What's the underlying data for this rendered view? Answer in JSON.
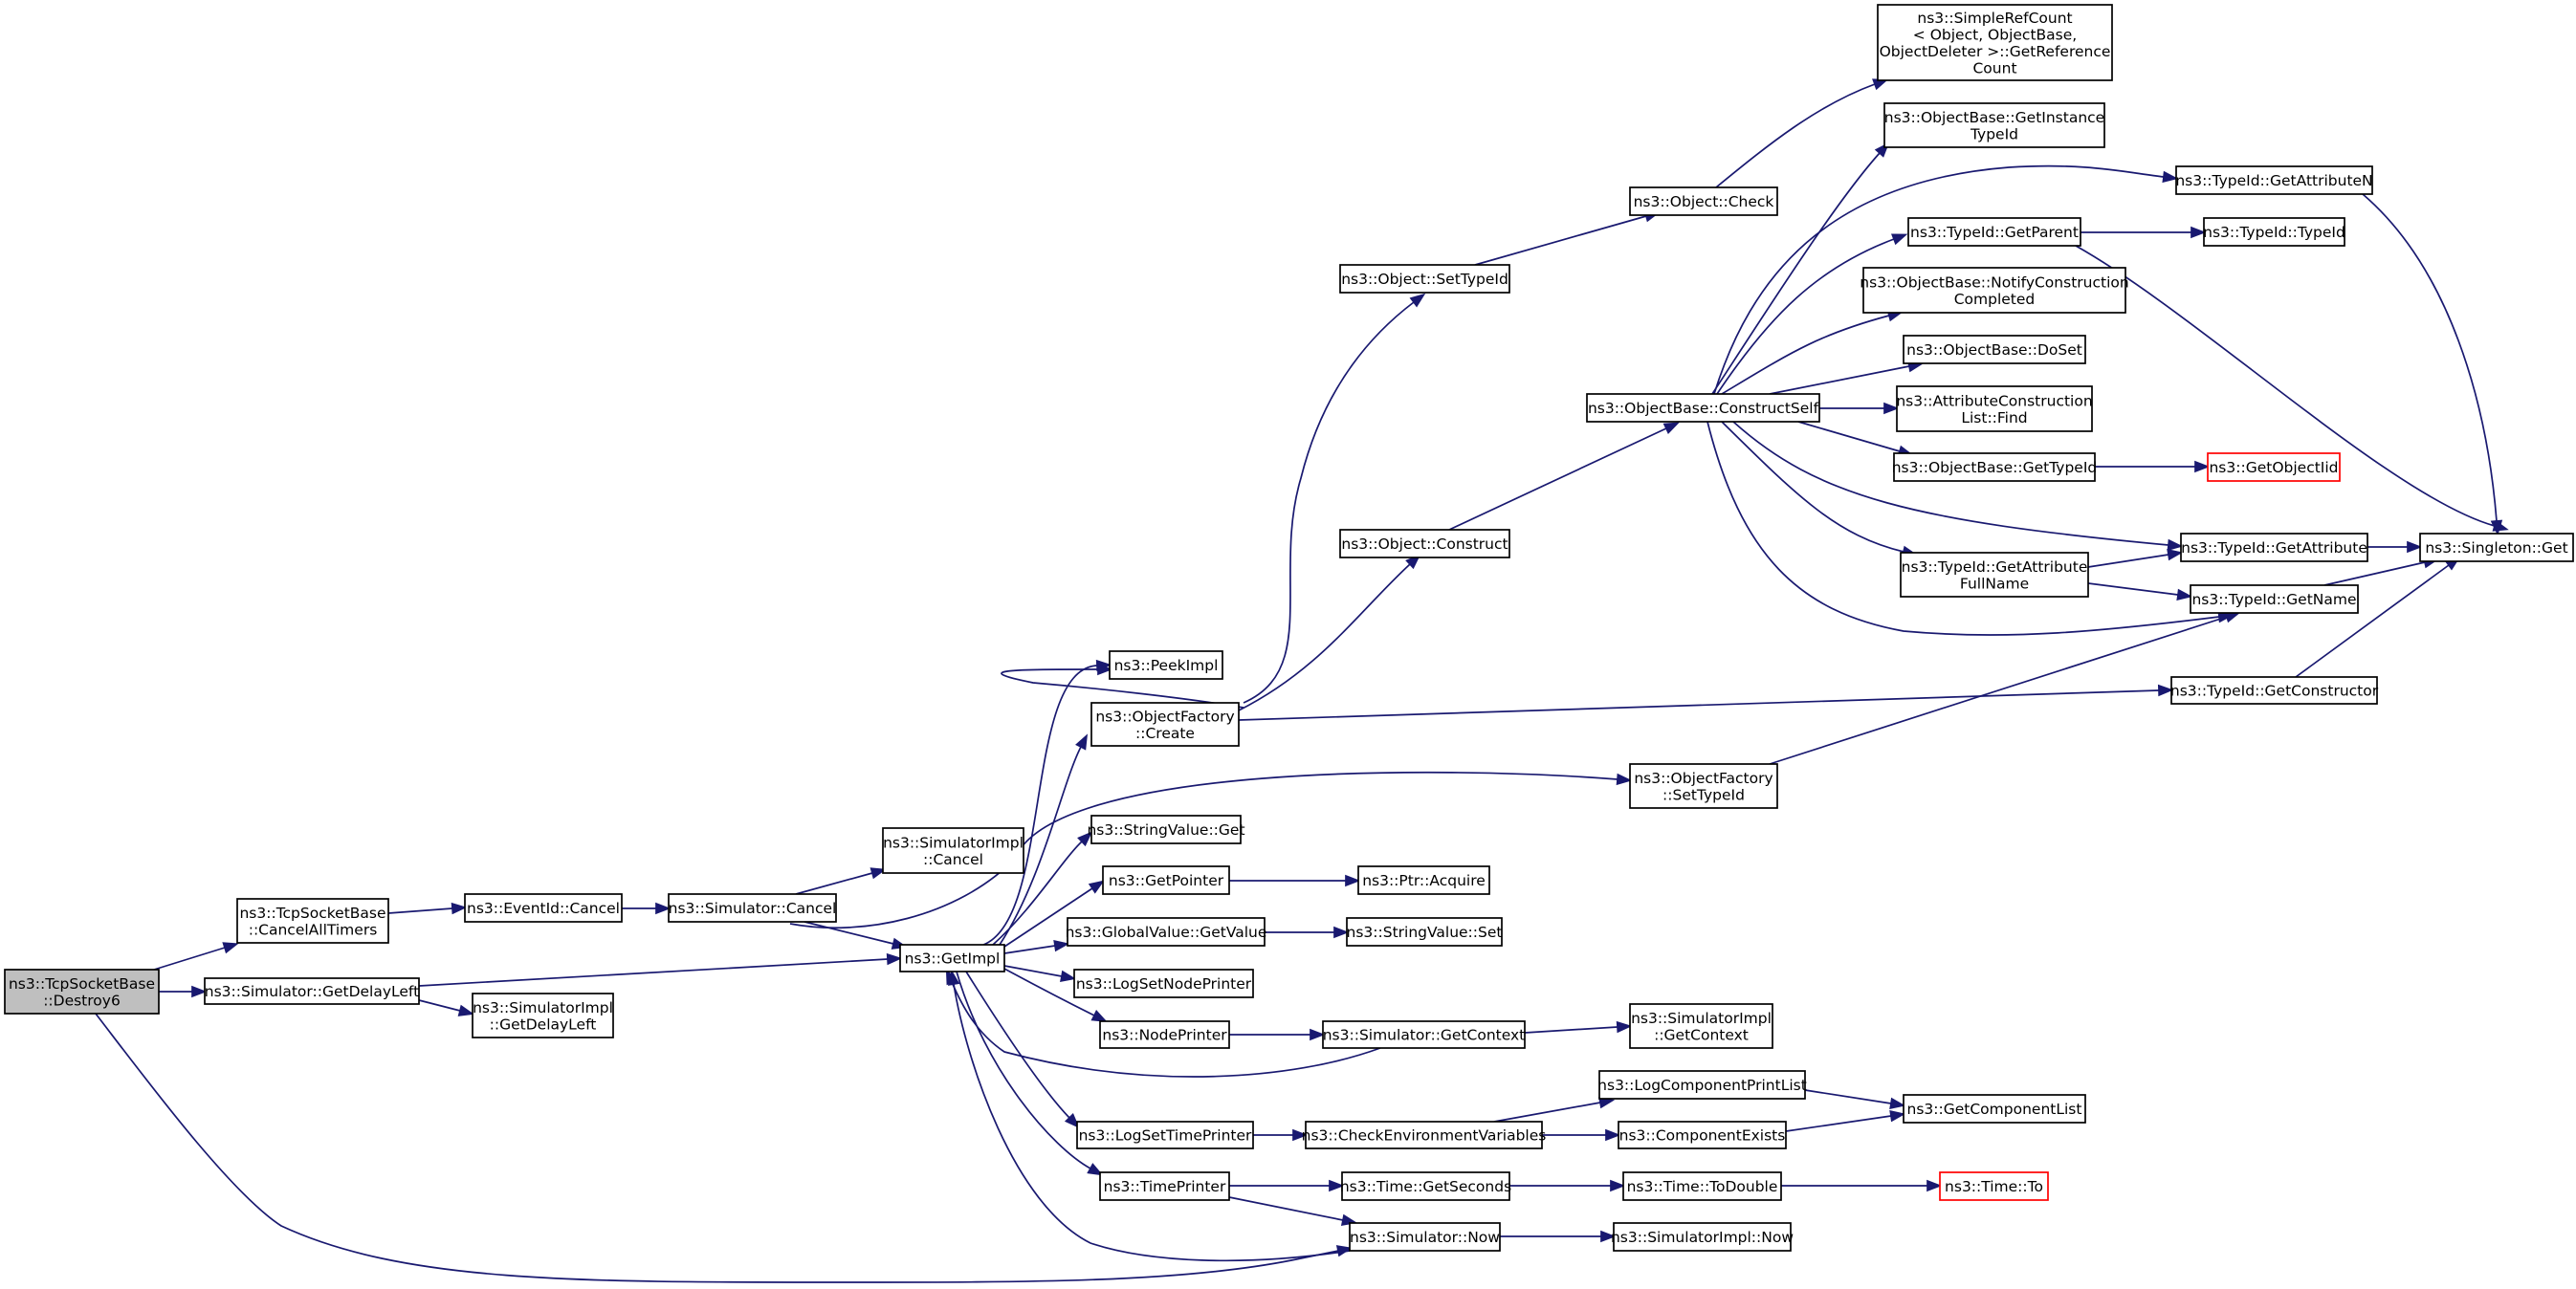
{
  "nodes": {
    "destroy6": [
      "ns3::TcpSocketBase",
      "::Destroy6"
    ],
    "cancelalltimers": [
      "ns3::TcpSocketBase",
      "::CancelAllTimers"
    ],
    "getdelayleft": [
      "ns3::Simulator::GetDelayLeft"
    ],
    "simimpl_getdelayleft": [
      "ns3::SimulatorImpl",
      "::GetDelayLeft"
    ],
    "eventid_cancel": [
      "ns3::EventId::Cancel"
    ],
    "sim_cancel": [
      "ns3::Simulator::Cancel"
    ],
    "simimpl_cancel": [
      "ns3::SimulatorImpl",
      "::Cancel"
    ],
    "getimpl": [
      "ns3::GetImpl"
    ],
    "peekimpl": [
      "ns3::PeekImpl"
    ],
    "objfactory_create": [
      "ns3::ObjectFactory",
      "::Create"
    ],
    "stringvalue_get": [
      "ns3::StringValue::Get"
    ],
    "getpointer": [
      "ns3::GetPointer"
    ],
    "globalvalue_getvalue": [
      "ns3::GlobalValue::GetValue"
    ],
    "logsetnodeprinter": [
      "ns3::LogSetNodePrinter"
    ],
    "nodeprinter": [
      "ns3::NodePrinter"
    ],
    "logsettimeprinter": [
      "ns3::LogSetTimePrinter"
    ],
    "timeprinter": [
      "ns3::TimePrinter"
    ],
    "object_settypeid": [
      "ns3::Object::SetTypeId"
    ],
    "object_construct": [
      "ns3::Object::Construct"
    ],
    "ptr_acquire": [
      "ns3::Ptr::Acquire"
    ],
    "stringvalue_set": [
      "ns3::StringValue::Set"
    ],
    "sim_getcontext": [
      "ns3::Simulator::GetContext"
    ],
    "checkenv": [
      "ns3::CheckEnvironmentVariables"
    ],
    "time_getseconds": [
      "ns3::Time::GetSeconds"
    ],
    "sim_now": [
      "ns3::Simulator::Now"
    ],
    "object_check": [
      "ns3::Object::Check"
    ],
    "objbase_constructself": [
      "ns3::ObjectBase::ConstructSelf"
    ],
    "objfactory_settypeid": [
      "ns3::ObjectFactory",
      "::SetTypeId"
    ],
    "simimpl_getcontext": [
      "ns3::SimulatorImpl",
      "::GetContext"
    ],
    "logcomponentprintlist": [
      "ns3::LogComponentPrintList"
    ],
    "componentexists": [
      "ns3::ComponentExists"
    ],
    "time_todouble": [
      "ns3::Time::ToDouble"
    ],
    "simimpl_now": [
      "ns3::SimulatorImpl::Now"
    ],
    "simplerefcount": [
      "ns3::SimpleRefCount",
      "< Object, ObjectBase,",
      "ObjectDeleter >::GetReference",
      "Count"
    ],
    "objbase_getinstancetypeid": [
      "ns3::ObjectBase::GetInstance",
      "TypeId"
    ],
    "typeid_getparent": [
      "ns3::TypeId::GetParent"
    ],
    "objbase_notifyconstructioncompleted": [
      "ns3::ObjectBase::NotifyConstruction",
      "Completed"
    ],
    "objbase_doset": [
      "ns3::ObjectBase::DoSet"
    ],
    "attrconstructionlist_find": [
      "ns3::AttributeConstruction",
      "List::Find"
    ],
    "objbase_gettypeid": [
      "ns3::ObjectBase::GetTypeId"
    ],
    "typeid_getattributefullname": [
      "ns3::TypeId::GetAttribute",
      "FullName"
    ],
    "getcomponentlist": [
      "ns3::GetComponentList"
    ],
    "time_to": [
      "ns3::Time::To"
    ],
    "typeid_getattributen": [
      "ns3::TypeId::GetAttributeN"
    ],
    "typeid_typeid": [
      "ns3::TypeId::TypeId"
    ],
    "getobjectiid": [
      "ns3::GetObjectIid"
    ],
    "typeid_getattribute": [
      "ns3::TypeId::GetAttribute"
    ],
    "typeid_getname": [
      "ns3::TypeId::GetName"
    ],
    "typeid_getconstructor": [
      "ns3::TypeId::GetConstructor"
    ],
    "singleton_get": [
      "ns3::Singleton::Get"
    ]
  },
  "colors": {
    "edge": "#191970",
    "root_fill": "#bfbfbf",
    "truncated_border": "#ff0000"
  }
}
